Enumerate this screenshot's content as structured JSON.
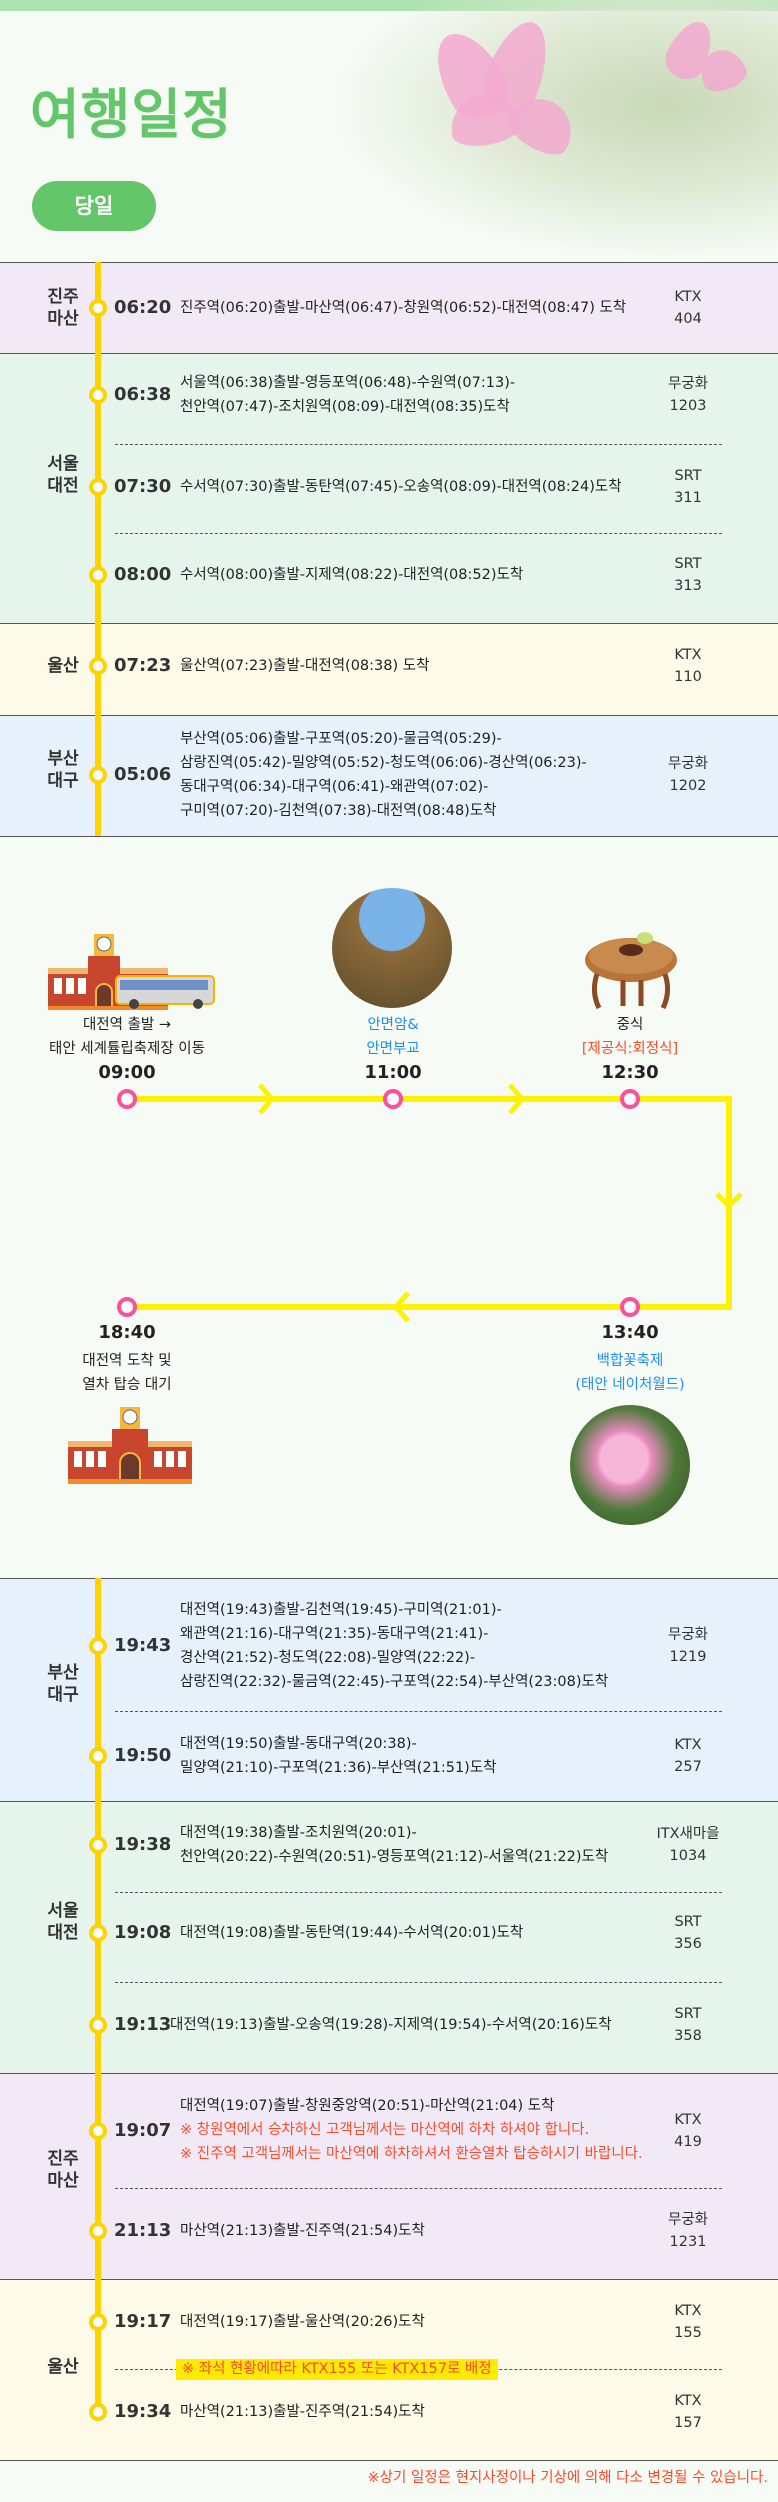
{
  "header": {
    "title": "여행일정",
    "day_badge": "당일"
  },
  "outbound": [
    {
      "region": [
        "진주",
        "마산"
      ],
      "rows": [
        {
          "time": "06:20",
          "lines": [
            "진주역(06:20)출발-마산역(06:47)-창원역(06:52)-대전역(08:47) 도착"
          ],
          "train": [
            "KTX",
            "404"
          ]
        }
      ]
    },
    {
      "region": [
        "서울",
        "대전"
      ],
      "rows": [
        {
          "time": "06:38",
          "lines": [
            "서울역(06:38)출발-영등포역(06:48)-수원역(07:13)-",
            "천안역(07:47)-조치원역(08:09)-대전역(08:35)도착"
          ],
          "train": [
            "무궁화",
            "1203"
          ]
        },
        {
          "time": "07:30",
          "lines": [
            "수서역(07:30)출발-동탄역(07:45)-오송역(08:09)-대전역(08:24)도착"
          ],
          "train": [
            "SRT",
            "311"
          ]
        },
        {
          "time": "08:00",
          "lines": [
            "수서역(08:00)출발-지제역(08:22)-대전역(08:52)도착"
          ],
          "train": [
            "SRT",
            "313"
          ]
        }
      ]
    },
    {
      "region": [
        "울산"
      ],
      "rows": [
        {
          "time": "07:23",
          "lines": [
            "울산역(07:23)출발-대전역(08:38) 도착"
          ],
          "train": [
            "KTX",
            "110"
          ]
        }
      ]
    },
    {
      "region": [
        "부산",
        "대구"
      ],
      "rows": [
        {
          "time": "05:06",
          "lines": [
            "부산역(05:06)출발-구포역(05:20)-물금역(05:29)-",
            "삼랑진역(05:42)-밀양역(05:52)-청도역(06:06)-경산역(06:23)-",
            "동대구역(06:34)-대구역(06:41)-왜관역(07:02)-",
            "구미역(07:20)-김천역(07:38)-대전역(08:48)도착"
          ],
          "train": [
            "무궁화",
            "1202"
          ]
        }
      ]
    }
  ],
  "tour": [
    {
      "time": "09:00",
      "label": [
        "대전역 출발 →",
        "태안 세계튤립축제장 이동"
      ],
      "style": "plain"
    },
    {
      "time": "11:00",
      "label": [
        "안면암&",
        "안면부교"
      ],
      "style": "blue"
    },
    {
      "time": "12:30",
      "label": [
        "중식",
        "[제공식:회정식]"
      ],
      "style": "mixed"
    },
    {
      "time": "13:40",
      "label": [
        "백합꽃축제",
        "(태안 네이처월드)"
      ],
      "style": "blue"
    },
    {
      "time": "18:40",
      "label": [
        "대전역 도착 및",
        "열차 탑승 대기"
      ],
      "style": "plain"
    }
  ],
  "inbound": [
    {
      "region": [
        "부산",
        "대구"
      ],
      "rows": [
        {
          "time": "19:43",
          "lines": [
            "대전역(19:43)출발-김천역(19:45)-구미역(21:01)-",
            "왜관역(21:16)-대구역(21:35)-동대구역(21:41)-",
            "경산역(21:52)-청도역(22:08)-밀양역(22:22)-",
            "삼랑진역(22:32)-물금역(22:45)-구포역(22:54)-부산역(23:08)도착"
          ],
          "train": [
            "무궁화",
            "1219"
          ]
        },
        {
          "time": "19:50",
          "lines": [
            "대전역(19:50)출발-동대구역(20:38)-",
            "밀양역(21:10)-구포역(21:36)-부산역(21:51)도착"
          ],
          "train": [
            "KTX",
            "257"
          ]
        }
      ]
    },
    {
      "region": [
        "서울",
        "대전"
      ],
      "rows": [
        {
          "time": "19:38",
          "lines": [
            "대전역(19:38)출발-조치원역(20:01)-",
            "천안역(20:22)-수원역(20:51)-영등포역(21:12)-서울역(21:22)도착"
          ],
          "train": [
            "ITX새마을",
            "1034"
          ]
        },
        {
          "time": "19:08",
          "lines": [
            "대전역(19:08)출발-동탄역(19:44)-수서역(20:01)도착"
          ],
          "train": [
            "SRT",
            "356"
          ]
        },
        {
          "time": "19:13",
          "lines": [
            "대전역(19:13)출발-오송역(19:28)-지제역(19:54)-수서역(20:16)도착"
          ],
          "train": [
            "SRT",
            "358"
          ]
        }
      ]
    },
    {
      "region": [
        "진주",
        "마산"
      ],
      "rows": [
        {
          "time": "19:07",
          "lines": [
            "대전역(19:07)출발-창원중앙역(20:51)-마산역(21:04) 도착"
          ],
          "notes": [
            "※ 창원역에서 승차하신 고객님께서는 마산역에 하차 하셔야 합니다.",
            "※ 진주역 고객님께서는 마산역에 하차하셔서 환승열차 탑승하시기 바랍니다."
          ],
          "train": [
            "KTX",
            "419"
          ]
        },
        {
          "time": "21:13",
          "lines": [
            "마산역(21:13)출발-진주역(21:54)도착"
          ],
          "train": [
            "무궁화",
            "1231"
          ]
        }
      ]
    },
    {
      "region": [
        "울산"
      ],
      "rows": [
        {
          "time": "19:17",
          "lines": [
            "대전역(19:17)출발-울산역(20:26)도착"
          ],
          "train": [
            "KTX",
            "155"
          ]
        },
        {
          "time": "19:34",
          "lines": [
            "마산역(21:13)출발-진주역(21:54)도착"
          ],
          "train": [
            "KTX",
            "157"
          ]
        }
      ]
    }
  ],
  "ulsan_note": "※ 좌석 현황에따라 KTX155 또는 KTX157로 배정",
  "footer_note": "※상기 일정은 현지사정이나 기상에 의해 다소 변경될 수 있습니다.",
  "colors": {
    "accent": "#63c76a",
    "timeline": "#ffd200",
    "route": "#fff200",
    "pin": "#ff4f9a",
    "note": "#ff4a2a",
    "link": "#1e8ff0"
  }
}
